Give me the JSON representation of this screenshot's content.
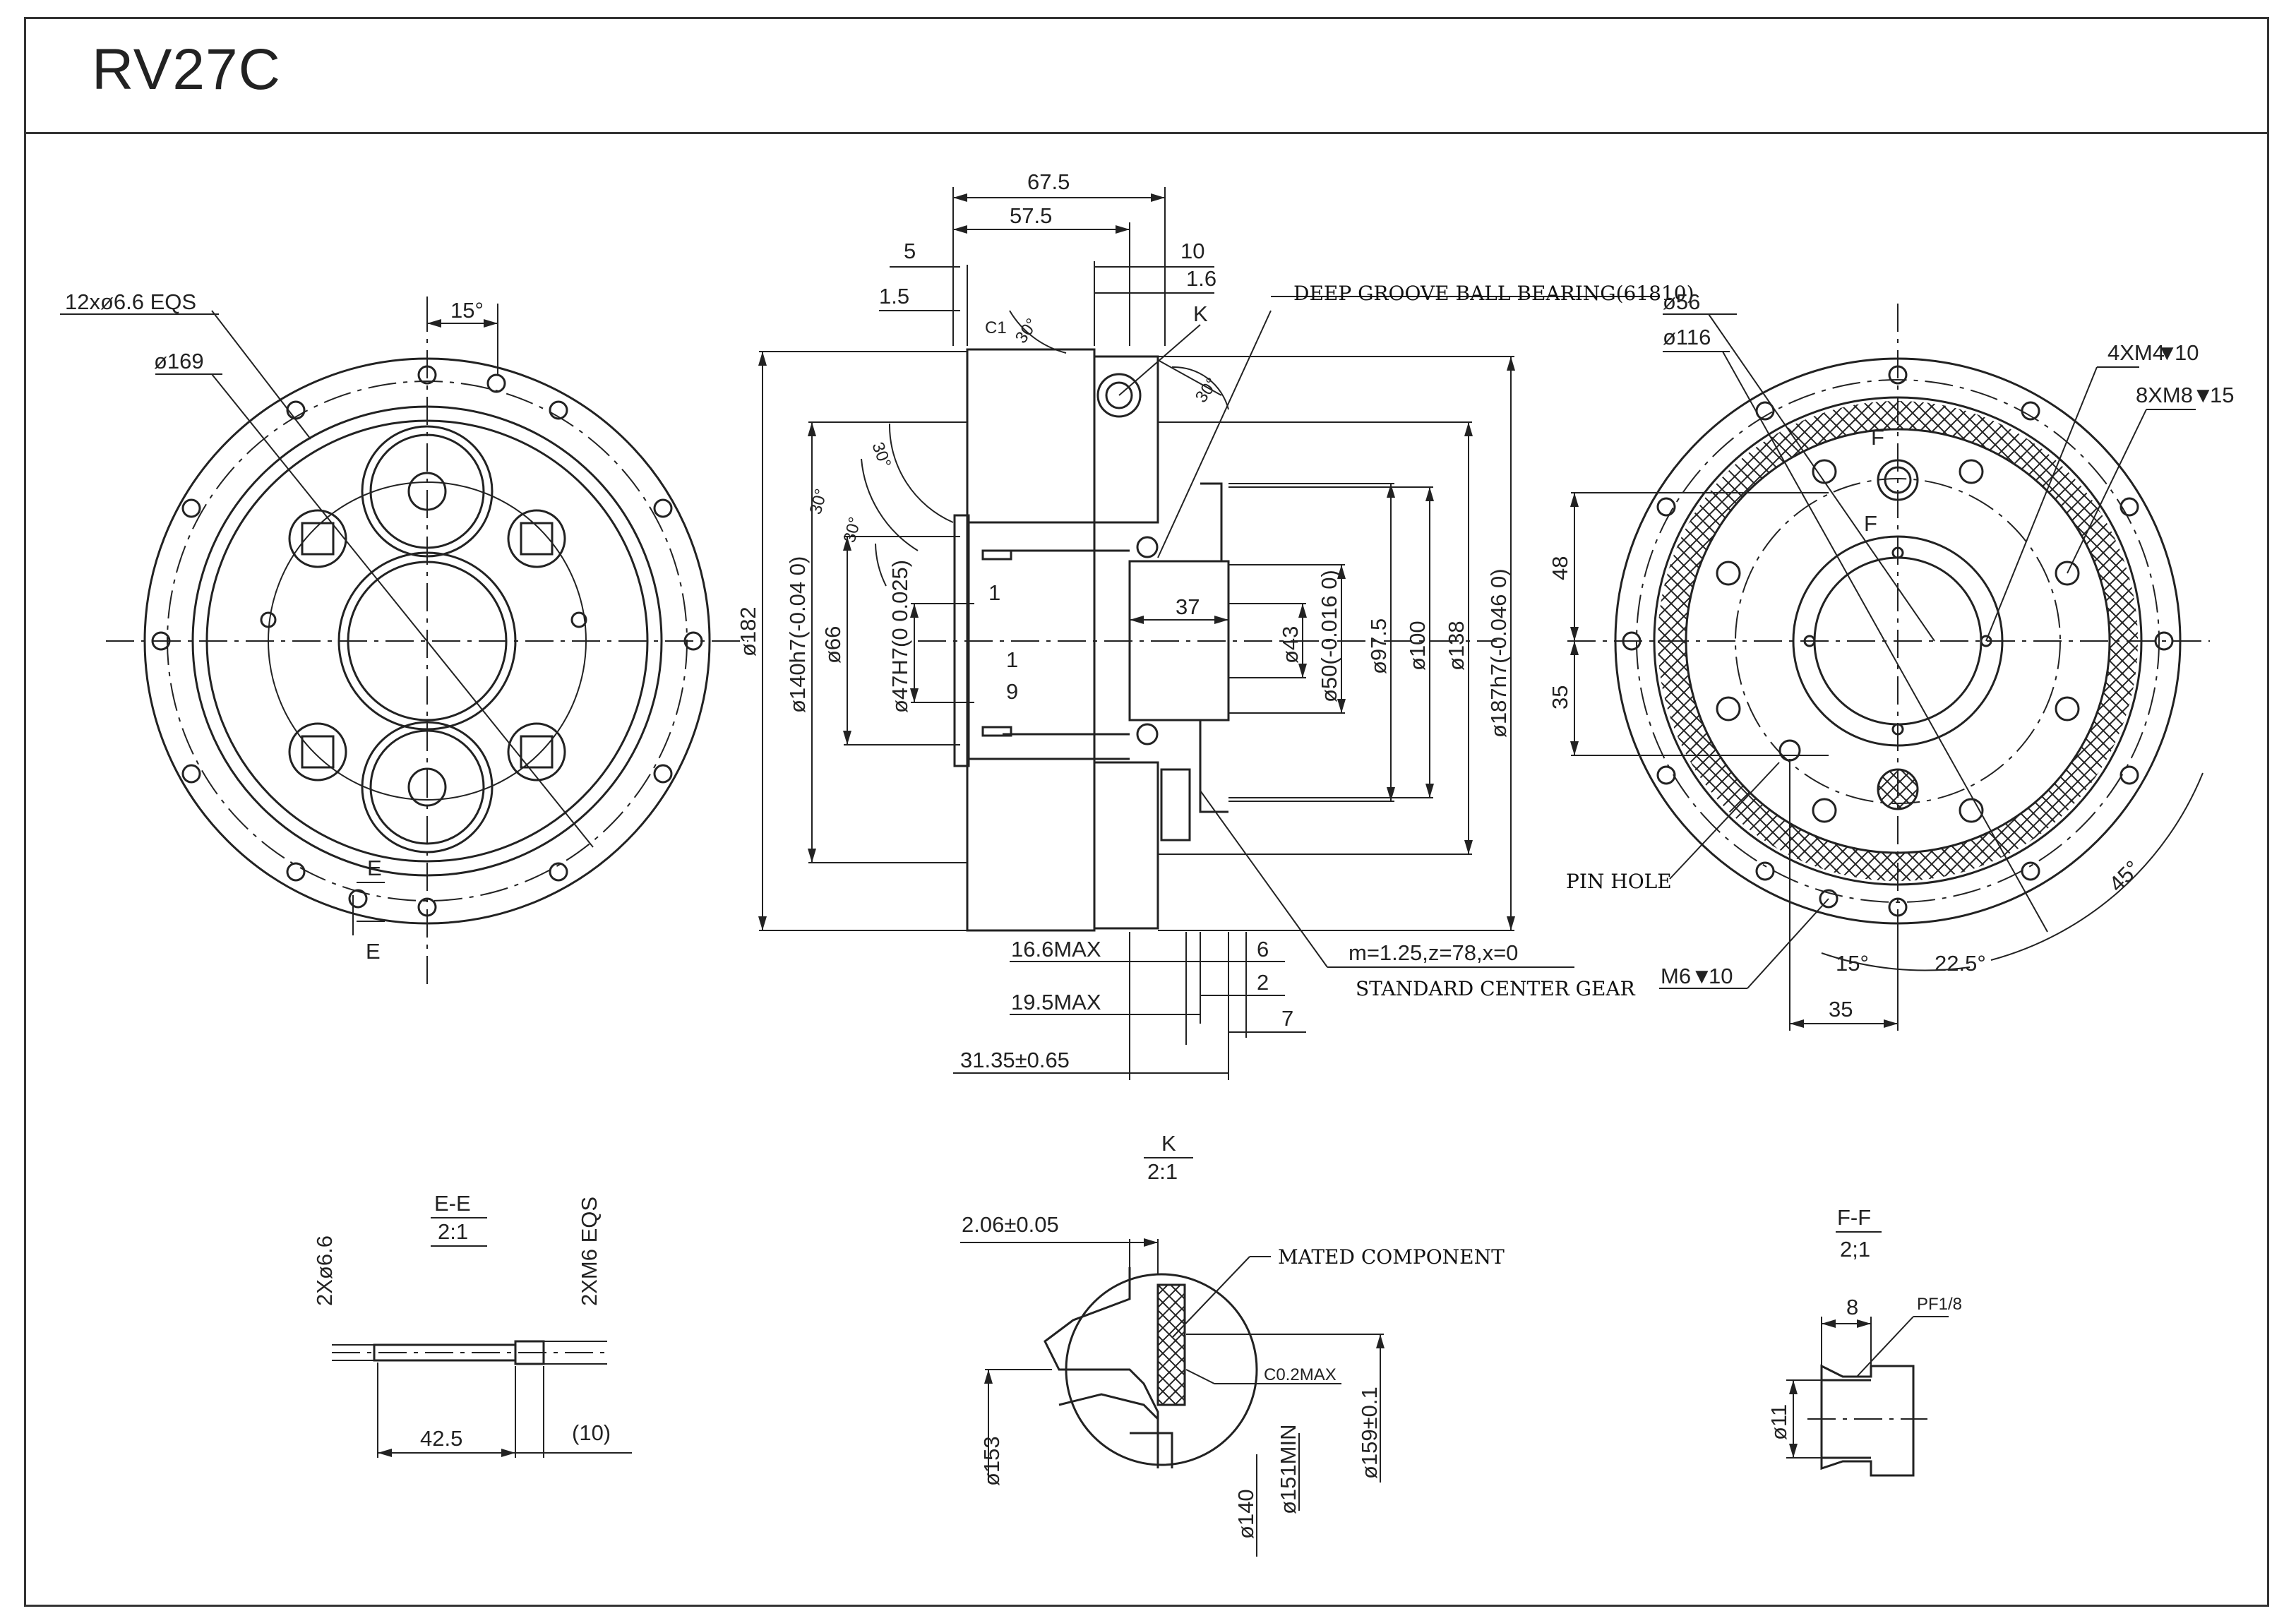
{
  "title": "RV27C",
  "front_view": {
    "holes_callout": "12xø6.6 EQS",
    "angle": "15°",
    "pcd": "ø169",
    "section_mark": "E"
  },
  "side_view": {
    "dims_top": [
      "67.5",
      "57.5",
      "10",
      "5",
      "1.6",
      "1.5"
    ],
    "detail_mark": "K",
    "chamfer": "C1",
    "angles": [
      "30°",
      "30°",
      "30°",
      "30°",
      "30°"
    ],
    "small_dims": [
      "1",
      "1",
      "9",
      "37"
    ],
    "diameters_left": [
      "ø182",
      "ø140h7(-0.04 0)",
      "ø66",
      "ø47H7(0 0.025)"
    ],
    "diameters_right": [
      "ø43",
      "ø50(-0.016 0)",
      "ø97.5",
      "ø100",
      "ø138",
      "ø187h7(-0.046 0)"
    ],
    "dims_bottom": [
      "16.6MAX",
      "19.5MAX",
      "31.35±0.65",
      "6",
      "2",
      "7"
    ],
    "bearing_label": "DEEP GROOVE BALL BEARING(61810)",
    "gear_spec": "m=1.25,z=78,x=0",
    "gear_label": "STANDARD CENTER GEAR"
  },
  "rear_view": {
    "d56": "ø56",
    "d116": "ø116",
    "holes_4": "4XM4",
    "depth_4": "10",
    "holes_8": "8XM8",
    "depth_8": "15",
    "section_mark": "F",
    "dim_48": "48",
    "dim_35v": "35",
    "dim_35h": "35",
    "pin_hole": "PIN HOLE",
    "tap": "M6",
    "tap_depth": "10",
    "angle_15": "15°",
    "angle_22": "22.5°",
    "angle_45": "45°"
  },
  "section_ee": {
    "name": "E-E",
    "scale": "2:1",
    "left_label": "2Xø6.6",
    "right_label": "2XM6 EQS",
    "len": "42.5",
    "ref": "(10)"
  },
  "detail_k": {
    "name": "K",
    "scale": "2:1",
    "dim_top": "2.06±0.05",
    "mated": "MATED COMPONENT",
    "chamfer": "C0.2MAX",
    "d153": "ø153",
    "d140": "ø140",
    "d151": "ø151MIN",
    "d159": "ø159±0.1"
  },
  "section_ff": {
    "name": "F-F",
    "scale": "2;1",
    "dim8": "8",
    "thread": "PF1/8",
    "d11": "ø11"
  }
}
